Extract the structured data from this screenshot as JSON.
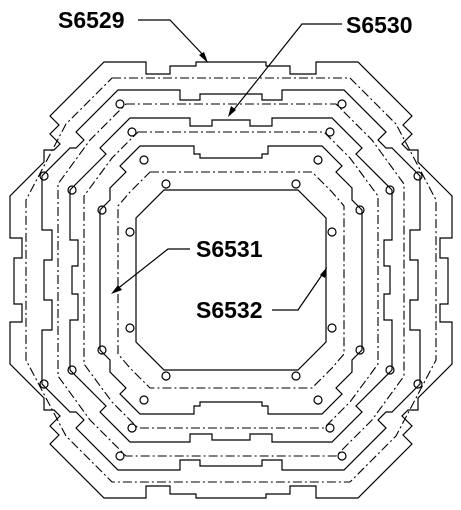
{
  "drawing": {
    "labels": [
      {
        "id": "a",
        "text": "S6529"
      },
      {
        "id": "b",
        "text": "S6530"
      },
      {
        "id": "c",
        "text": "S6531"
      },
      {
        "id": "d",
        "text": "S6532"
      }
    ],
    "line_color": "#000000",
    "background": "#ffffff"
  }
}
